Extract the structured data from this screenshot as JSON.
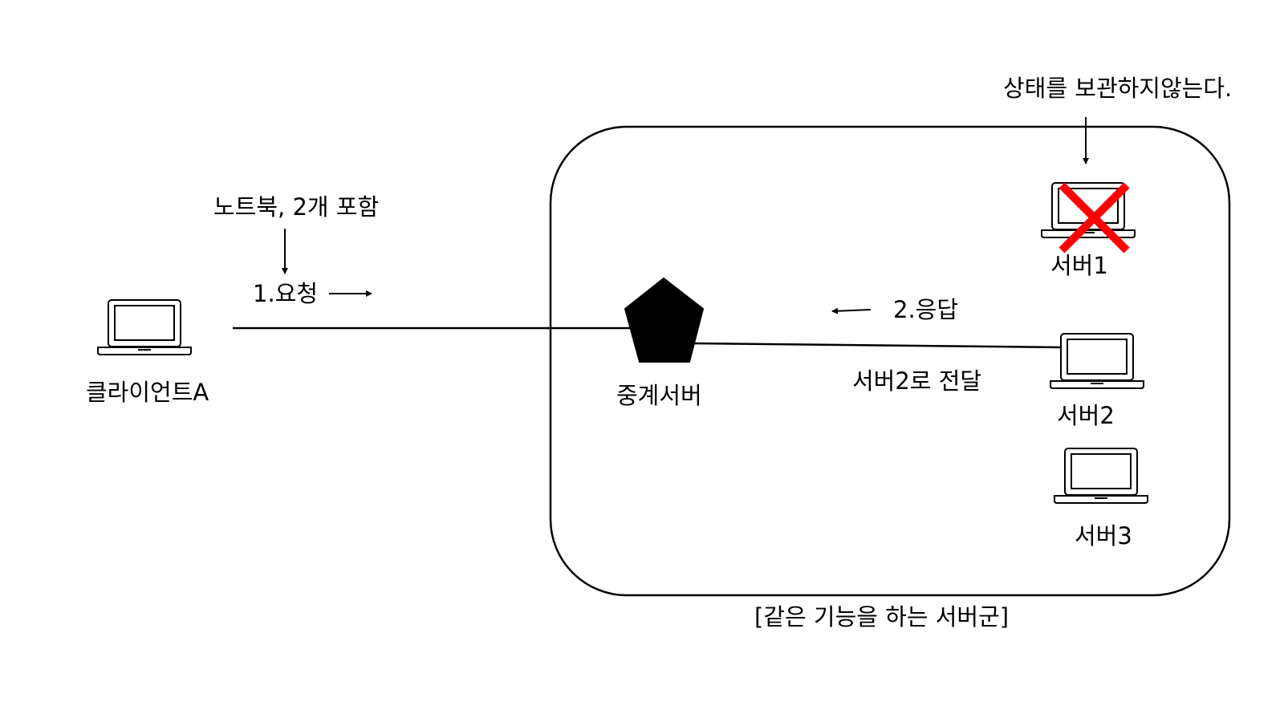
{
  "labels": {
    "client": "클라이언트A",
    "laptop_note": "노트북, 2개 포함",
    "request": "1.요청",
    "relay_server": "중계서버",
    "response": "2.응답",
    "forward": "서버2로 전달",
    "server1": "서버1",
    "server2": "서버2",
    "server3": "서버3",
    "stateless_note": "상태를 보관하지않는다.",
    "server_group": "[같은 기능을 하는 서버군]"
  },
  "colors": {
    "stroke": "#000000",
    "x_mark": "#ff0000",
    "relay_fill": "#000000"
  },
  "icons": {
    "client": "laptop-icon",
    "relay": "pentagon-icon",
    "server1": "laptop-icon",
    "server2": "laptop-icon",
    "server3": "laptop-icon",
    "server1_status": "x-mark-icon"
  }
}
